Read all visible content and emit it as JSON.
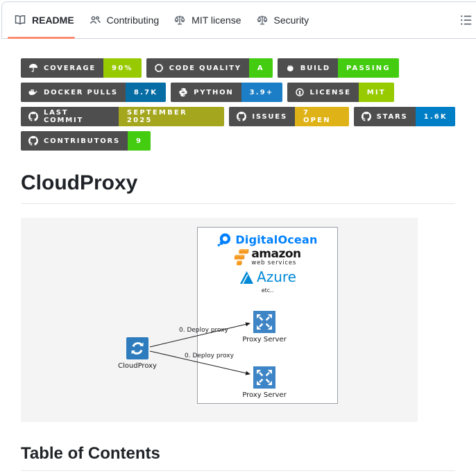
{
  "tabs": {
    "items": [
      {
        "label": "README",
        "icon": "book-icon",
        "active": true
      },
      {
        "label": "Contributing",
        "icon": "people-icon",
        "active": false
      },
      {
        "label": "MIT license",
        "icon": "law-icon",
        "active": false
      },
      {
        "label": "Security",
        "icon": "law-icon",
        "active": false
      }
    ]
  },
  "badges": [
    {
      "label": "COVERAGE",
      "value": "90%",
      "icon": "umbrella-icon",
      "value_bg": "#97ca00"
    },
    {
      "label": "CODE QUALITY",
      "value": "A",
      "icon": "dotted-circle-icon",
      "value_bg": "#44cc11"
    },
    {
      "label": "BUILD",
      "value": "PASSING",
      "icon": "fist-icon",
      "value_bg": "#44cc11"
    },
    {
      "label": "DOCKER PULLS",
      "value": "8.7K",
      "icon": "docker-icon",
      "value_bg": "#066da5"
    },
    {
      "label": "PYTHON",
      "value": "3.9+",
      "icon": "python-icon",
      "value_bg": "#1c7ec6"
    },
    {
      "label": "LICENSE",
      "value": "MIT",
      "icon": "osi-icon",
      "value_bg": "#97ca00"
    },
    {
      "label": "LAST COMMIT",
      "value": "SEPTEMBER 2025",
      "icon": "github-icon",
      "value_bg": "#a4a61d"
    },
    {
      "label": "ISSUES",
      "value": "7 OPEN",
      "icon": "github-icon",
      "value_bg": "#dfb317"
    },
    {
      "label": "STARS",
      "value": "1.6K",
      "icon": "github-icon",
      "value_bg": "#007ec6"
    },
    {
      "label": "CONTRIBUTORS",
      "value": "9",
      "icon": "github-icon",
      "value_bg": "#44cc11"
    }
  ],
  "headings": {
    "title": "CloudProxy",
    "toc": "Table of Contents"
  },
  "diagram": {
    "providers": {
      "digitalocean": "DigitalOcean",
      "amazon": "amazon",
      "amazon_sub": "web services",
      "azure": "Azure",
      "etc": "etc.."
    },
    "cloudproxy_label": "CloudProxy",
    "proxy_servers": [
      "Proxy Server",
      "Proxy Server"
    ],
    "arrows": [
      "0. Deploy proxy",
      "0. Deploy proxy"
    ]
  },
  "colors": {
    "accent_underline": "#fd8c73",
    "badge_label_bg": "#4e4e4e",
    "digitalocean_blue": "#0080ff",
    "azure_blue": "#0089d6",
    "aws_orange": "#f7981d",
    "proxy_node_blue": "#3d85c6",
    "cloudproxy_node_blue": "#2e7cbd"
  }
}
